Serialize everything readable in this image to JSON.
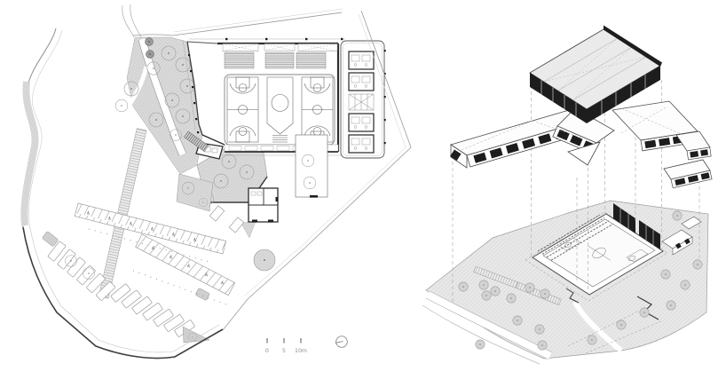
{
  "figure": {
    "panels": [
      {
        "name": "site-plan"
      },
      {
        "name": "exploded-axonometric"
      }
    ]
  },
  "scale_bar": {
    "ticks": [
      "0",
      "5",
      "10m"
    ]
  },
  "icons": {
    "north_arrow": "north-arrow-icon",
    "wheelchair": "wheelchair-icon",
    "tree": "tree-icon"
  },
  "colors": {
    "background": "#ffffff",
    "building_line": "#3d3d3d",
    "site_line": "#9a9a9a",
    "faint_line": "#c6c6c6",
    "hatch_fill": "#dcdcdc",
    "hatch_line": "#bfbfbf",
    "dark_fascia": "#1d1d1d",
    "iso_ground": "#e8e8e8",
    "bleacher_fill": "#dedede",
    "label_text": "#8f8f8f"
  }
}
